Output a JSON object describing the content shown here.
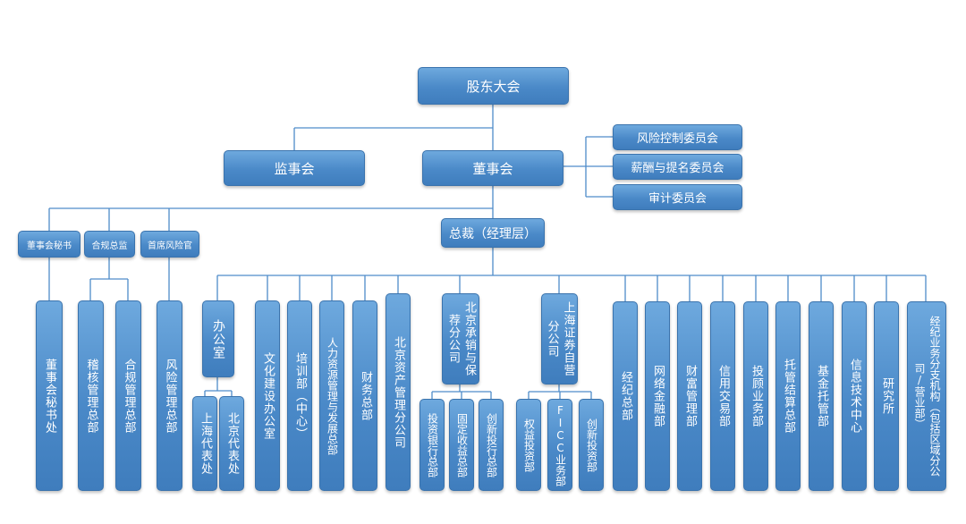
{
  "top": {
    "shareholders": "股东大会",
    "supervisors": "监事会",
    "board": "董事会"
  },
  "committees": [
    "风险控制委员会",
    "薪酬与提名委员会",
    "审计委员会"
  ],
  "board_officers": [
    "董事会秘书",
    "合规总监",
    "首席风险官"
  ],
  "officer_units": {
    "board_secretary_office": "董事会秘书处",
    "audit_management": "稽核管理总部",
    "compliance_management": "合规管理总部",
    "risk_management": "风险管理总部"
  },
  "president": "总裁（经理层）",
  "office": {
    "name": "办公室",
    "children": [
      "上海代表处",
      "北京代表处"
    ]
  },
  "departments_a": [
    "文化建设办公室",
    "培训部（中心）",
    "人力资源管理与发展总部",
    "财务总部",
    "北京资产管理分公司"
  ],
  "underwriting": {
    "name": "北京承销与保荐分公司",
    "children": [
      "投资银行总部",
      "固定收益总部",
      "创新投行总部"
    ]
  },
  "proprietary": {
    "name": "上海证券自营分公司",
    "children": [
      "权益投资部",
      "FICC业务部",
      "创新投资部"
    ]
  },
  "departments_b": [
    "经纪总部",
    "网络金融部",
    "财富管理部",
    "信用交易部",
    "投顾业务部",
    "托管结算总部",
    "基金托管部",
    "信息技术中心",
    "研究所",
    "经纪业务分支机构（包括区域分公司/营业部）"
  ],
  "colors": {
    "box": "#4a89c8",
    "line": "#4f8cc9"
  }
}
